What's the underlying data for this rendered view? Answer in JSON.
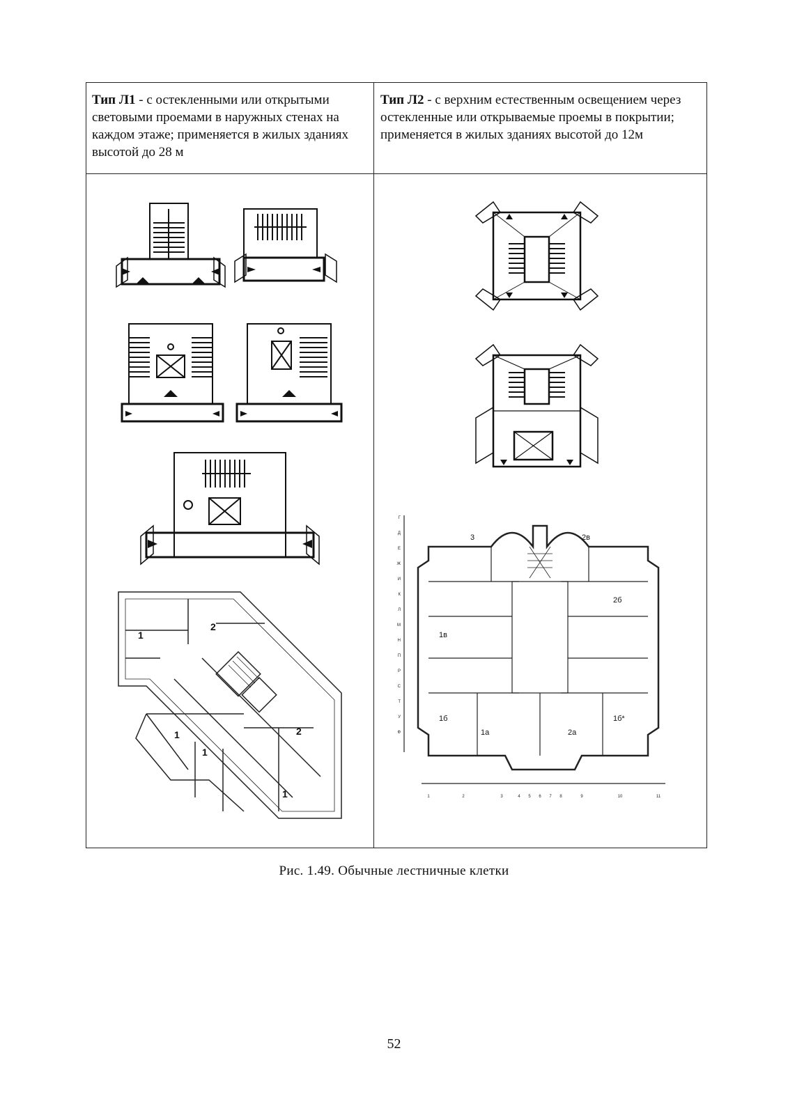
{
  "header": {
    "left_type": "Тип Л1",
    "left_desc": " - с остекленными или открытыми световыми проемами в наружных стенах на каждом этаже; применяется в жилых зданиях высотой до 28 м",
    "right_type": "Тип Л2",
    "right_desc": " - с верхним естественным освещением через остекленные или открываемые проемы в покрытии; применяется в жилых зданиях высотой до 12м"
  },
  "plan_right": {
    "row_labels": [
      "Г",
      "Д",
      "Е",
      "Ж",
      "И",
      "К",
      "Л",
      "М",
      "Н",
      "П",
      "Р",
      "С",
      "Т",
      "У",
      "Ф"
    ],
    "col_labels": [
      "1",
      "2",
      "3",
      "4",
      "5",
      "6",
      "7",
      "8",
      "9",
      "10",
      "11"
    ],
    "apt_labels": [
      "3",
      "2в",
      "2б",
      "1в",
      "1б",
      "1а",
      "2а",
      "1б*"
    ]
  },
  "plan_left": {
    "apt_labels": [
      "1",
      "2",
      "1",
      "1",
      "2",
      "1"
    ]
  },
  "caption": "Рис. 1.49. Обычные лестничные клетки",
  "page_number": "52"
}
